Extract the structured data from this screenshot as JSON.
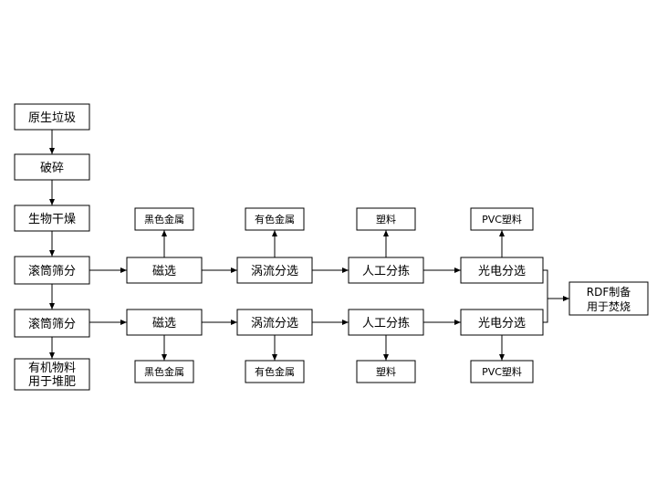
{
  "nodes": {
    "raw_garbage": "原生垃圾",
    "crushing": "破碎",
    "bio_drying": "生物干燥",
    "trommel_1": "滚筒筛分",
    "trommel_2": "滚筒筛分",
    "organic_line1": "有机物料",
    "organic_line2": "用于堆肥",
    "magnetic_1": "磁选",
    "magnetic_2": "磁选",
    "eddy_1": "涡流分选",
    "eddy_2": "涡流分选",
    "manual_1": "人工分拣",
    "manual_2": "人工分拣",
    "optical_1": "光电分选",
    "optical_2": "光电分选",
    "ferrous_1": "黑色金属",
    "ferrous_2": "黑色金属",
    "nonferrous_1": "有色金属",
    "nonferrous_2": "有色金属",
    "plastic_1": "塑料",
    "plastic_2": "塑料",
    "pvc_1": "PVC塑料",
    "pvc_2": "PVC塑料",
    "rdf_line1": "RDF制备",
    "rdf_line2": "用于焚烧"
  },
  "colors": {
    "stroke": "#000000",
    "fill": "#ffffff",
    "text": "#000000"
  }
}
